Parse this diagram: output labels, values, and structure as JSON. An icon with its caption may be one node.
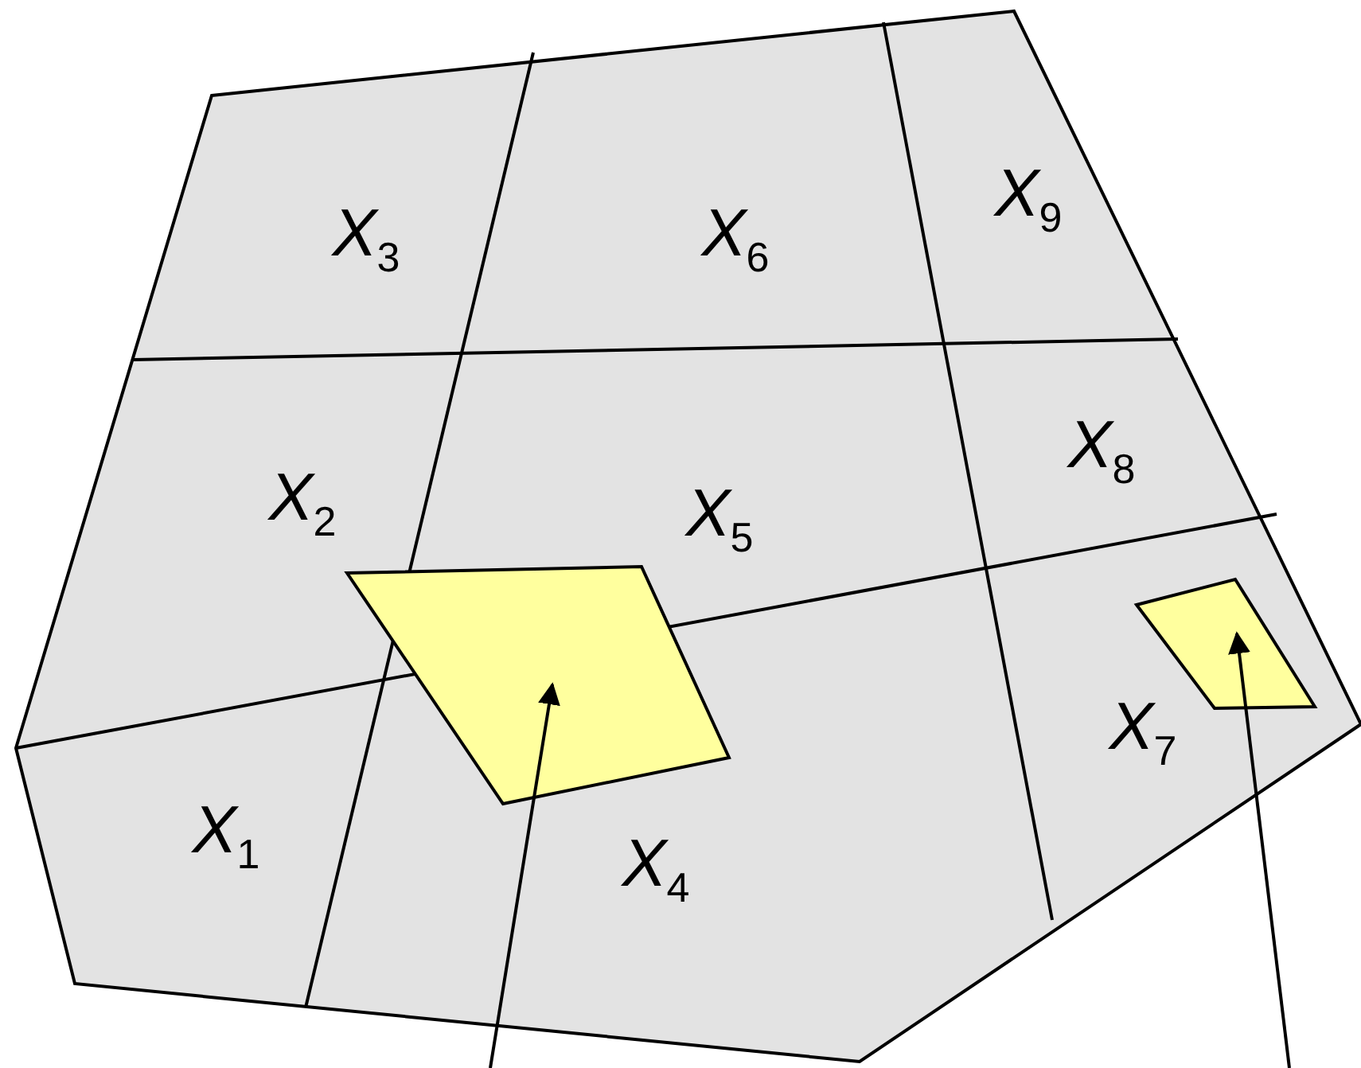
{
  "diagram": {
    "nodes": [
      {
        "text": [],
        "shape": "polygon"
      },
      {
        "text": [],
        "shape": "polygon"
      }
    ],
    "edges": [
      {
        "from": null,
        "to": 0,
        "arrow": "to"
      },
      {
        "from": null,
        "to": 1,
        "arrow": "to"
      }
    ],
    "labels": [
      "X$_{3}$",
      "X$_{6}$",
      "X$_{9}$",
      "X$_{2}$",
      "X$_{5}$",
      "X$_{8}$",
      "X$_{1}$",
      "X$_{4}$",
      "X$_{7}$"
    ]
  }
}
